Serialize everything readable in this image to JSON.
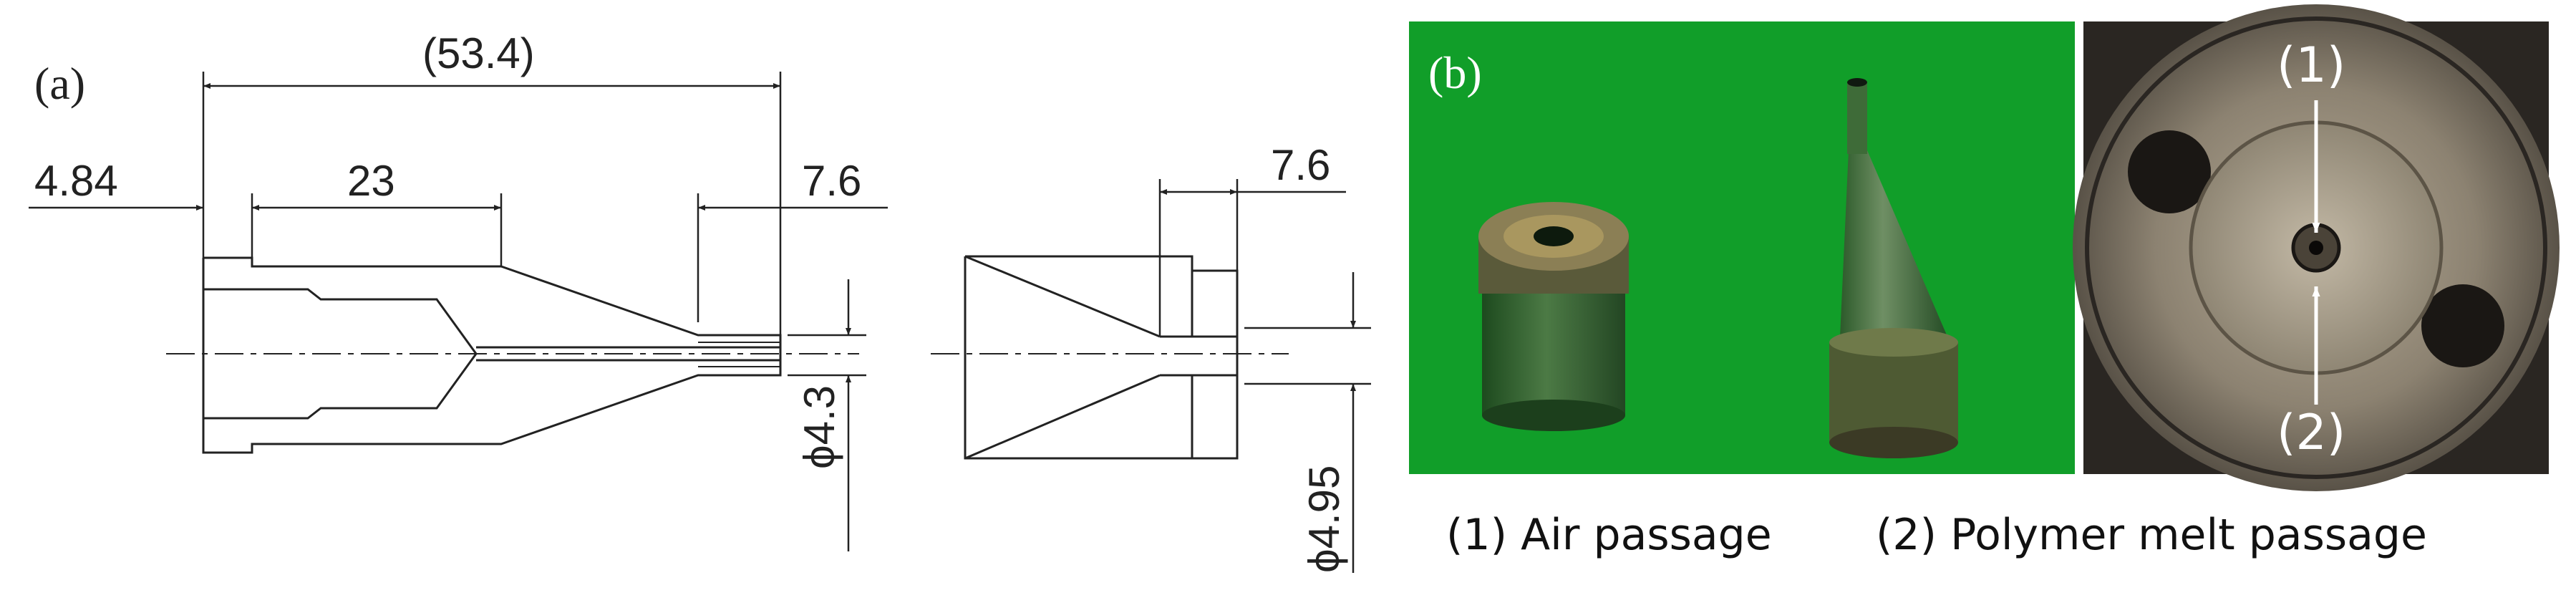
{
  "panels": {
    "a": {
      "label": "(a)"
    },
    "b": {
      "label": "(b)"
    }
  },
  "drawing": {
    "dim_overall": "(53.4)",
    "dim_left": "4.84",
    "dim_middle": "23",
    "dim_tip": "7.6",
    "dim_tip_diameter": "ϕ4.3",
    "cap_dim_width": "7.6",
    "cap_dim_diameter": "ϕ4.95"
  },
  "photo": {
    "marker_1": "(1)",
    "marker_2": "(2)"
  },
  "caption": {
    "item_1": "(1) Air passage",
    "item_2": "(2) Polymer melt passage"
  },
  "colors": {
    "line": "#222222",
    "photo_green": "#13a32b",
    "metal_light": "#a39a89",
    "metal_dark": "#3f3a33"
  }
}
